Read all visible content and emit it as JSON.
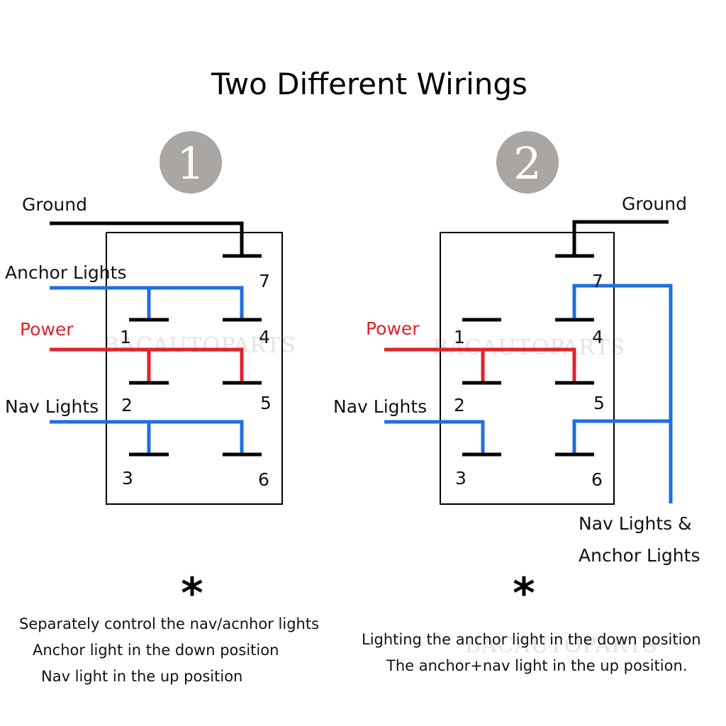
{
  "title": "Two Different Wirings",
  "watermark": "BACAUTOPARTS",
  "colors": {
    "blue": "#1f6fe0",
    "red": "#e0222a",
    "black": "#000000",
    "badge": "#a9a6a3"
  },
  "star": "*",
  "diagram1": {
    "badge": "1",
    "labels": {
      "ground": "Ground",
      "anchor": "Anchor Lights",
      "power": "Power",
      "nav": "Nav Lights"
    },
    "pins": [
      "1",
      "2",
      "3",
      "4",
      "5",
      "6",
      "7"
    ],
    "notes": [
      "Separately control the nav/acnhor lights",
      "Anchor light in the down position",
      "Nav light in the up position"
    ]
  },
  "diagram2": {
    "badge": "2",
    "labels": {
      "ground": "Ground",
      "power": "Power",
      "nav": "Nav Lights",
      "combined_1": "Nav Lights &",
      "combined_2": "Anchor Lights"
    },
    "pins": [
      "1",
      "2",
      "3",
      "4",
      "5",
      "6",
      "7"
    ],
    "notes": [
      "Lighting the anchor light in the down position",
      "The anchor+nav light in the up position."
    ]
  }
}
